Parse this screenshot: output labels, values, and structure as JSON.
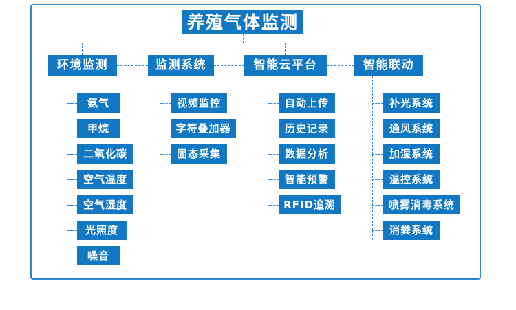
{
  "diagram": {
    "title": "养殖气体监测",
    "frame_color": "#2E86CE",
    "node_color": "#1378C4",
    "node_text_color": "#ffffff",
    "connector_style": "dashed",
    "branches": [
      {
        "label": "环境监测",
        "children": [
          "氨气",
          "甲烷",
          "二氧化碳",
          "空气温度",
          "空气湿度",
          "光照度",
          "噪音"
        ]
      },
      {
        "label": "监测系统",
        "children": [
          "视频监控",
          "字符叠加器",
          "固态采集"
        ]
      },
      {
        "label": "智能云平台",
        "children": [
          "自动上传",
          "历史记录",
          "数据分析",
          "智能预警",
          "RFID追溯"
        ]
      },
      {
        "label": "智能联动",
        "children": [
          "补光系统",
          "通风系统",
          "加湿系统",
          "温控系统",
          "喷雾消毒系统",
          "消粪系统"
        ]
      }
    ]
  }
}
